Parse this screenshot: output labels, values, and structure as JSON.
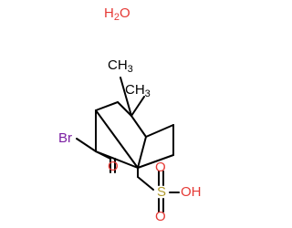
{
  "labels": {
    "water_h": "H",
    "water_sub": "2",
    "water_o": "O",
    "methyl_top": "CH",
    "methyl_top_sub": "3",
    "methyl_right": "CH",
    "methyl_right_sub": "3",
    "bromine": "Br",
    "ketone_o": "O",
    "sulfur": "S",
    "sulfonyl_o_top": "O",
    "sulfonyl_o_bottom": "O",
    "hydroxyl": "OH"
  },
  "colors": {
    "bond": "#000000",
    "bromine": "#7b1fa2",
    "oxygen": "#e53935",
    "sulfur": "#b09a2e",
    "carbon_text": "#000000"
  }
}
